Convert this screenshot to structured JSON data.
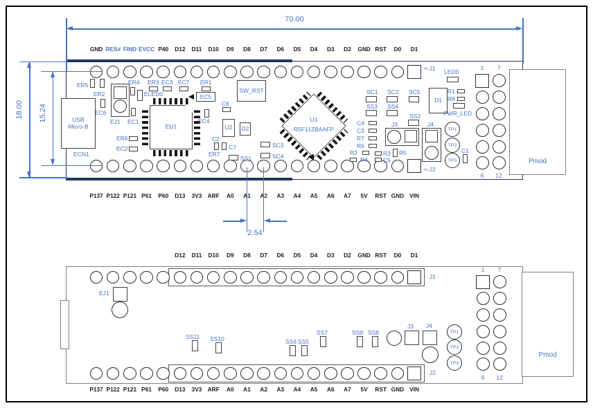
{
  "colors": {
    "accent": "#4472C4",
    "board_outline_top": "#24355F",
    "board_outline_bottom": "#7F7F7F",
    "component_outline": "#3F3F3F"
  },
  "dims": {
    "board_width": "70.00",
    "board_height": "18.00",
    "pin_rows_span": "15.24",
    "pin_pitch": "2.54"
  },
  "tv": {
    "top_pins": [
      {
        "label": "GND"
      },
      {
        "label": "RES#",
        "cls": "blue"
      },
      {
        "label": "FIND",
        "cls": "blue"
      },
      {
        "label": "EVCC",
        "cls": "blue"
      },
      {
        "label": "P40"
      },
      {
        "label": "D12"
      },
      {
        "label": "D11"
      },
      {
        "label": "D10"
      },
      {
        "label": "D9"
      },
      {
        "label": "D8"
      },
      {
        "label": "D7"
      },
      {
        "label": "D6"
      },
      {
        "label": "D5"
      },
      {
        "label": "D4"
      },
      {
        "label": "D3"
      },
      {
        "label": "D2"
      },
      {
        "label": "GND"
      },
      {
        "label": "RST"
      },
      {
        "label": "D0"
      },
      {
        "label": "D1",
        "sq": true
      }
    ],
    "bottom_pins": [
      {
        "label": "P137"
      },
      {
        "label": "P122"
      },
      {
        "label": "P121"
      },
      {
        "label": "P61"
      },
      {
        "label": "P60"
      },
      {
        "label": "D13"
      },
      {
        "label": "3V3"
      },
      {
        "label": "ARF"
      },
      {
        "label": "A0"
      },
      {
        "label": "A1"
      },
      {
        "label": "A2"
      },
      {
        "label": "A3"
      },
      {
        "label": "A4"
      },
      {
        "label": "A5"
      },
      {
        "label": "A6"
      },
      {
        "label": "A7"
      },
      {
        "label": "5V"
      },
      {
        "label": "RST"
      },
      {
        "label": "GND"
      },
      {
        "label": "VIN",
        "sq": true
      }
    ],
    "l": {
      "er5": "ER5",
      "er2": "ER2",
      "ec6": "EC6",
      "usb1": "USB",
      "usb2": "Micro-B",
      "ecn1": "ECN1",
      "ej1": "EJ1",
      "ec1": "EC1",
      "er4": "ER4",
      "eled0": "ELED0",
      "er3": "ER3",
      "ec3": "EC3",
      "ec7": "EC7",
      "er1": "ER1",
      "ec5": "EC5",
      "eu1": "EU1",
      "ec4": "EC4",
      "er6": "ER6",
      "ec2": "EC2",
      "c2": "C2",
      "c7": "C7",
      "er7": "ER7",
      "ss1": "SS1",
      "sc3": "SC3",
      "sc4": "SC4",
      "sw_rst": "SW_RST",
      "c6": "C6",
      "u2": "U2",
      "d2": "D2",
      "u1": "U1",
      "u1_part": "R5F11ZBAAFP",
      "sc1": "SC1",
      "sc2": "SC2",
      "sc5": "SC5",
      "ss3": "SS3",
      "ss4": "SS4",
      "ss2": "SS2",
      "c4": "C4",
      "c3": "C3",
      "r7": "R7",
      "r6": "R6",
      "j3": "J3",
      "j4": "J4",
      "r2": "R2",
      "r4": "R4",
      "r3": "R3",
      "c5": "C5",
      "r5": "R5",
      "d1": "D1",
      "r1": "R1",
      "r8": "R8",
      "pwr_led": "PWR_LED",
      "led0": "LED0",
      "j1_arrow": "<-J1",
      "j2_arrow": "<-J2",
      "tp1": "TP1",
      "tp2": "TP2",
      "tp3": "TP3",
      "c1": "C1"
    },
    "pmod": {
      "label": "Pmod",
      "tl": "1",
      "tr": "7",
      "bl": "6",
      "br": "12"
    }
  },
  "bv": {
    "top_pins": [
      {},
      {},
      {},
      {},
      {},
      {
        "label": "D12"
      },
      {
        "label": "D11"
      },
      {
        "label": "D10"
      },
      {
        "label": "D9"
      },
      {
        "label": "D8"
      },
      {
        "label": "D7"
      },
      {
        "label": "D6"
      },
      {
        "label": "D5"
      },
      {
        "label": "D4"
      },
      {
        "label": "D3"
      },
      {
        "label": "D2"
      },
      {
        "label": "GND"
      },
      {
        "label": "RST"
      },
      {
        "label": "D0"
      },
      {
        "label": "D1",
        "sq": true
      }
    ],
    "bottom_pins": [
      {
        "label": "P137"
      },
      {
        "label": "P122"
      },
      {
        "label": "P121"
      },
      {
        "label": "P61"
      },
      {
        "label": "P60"
      },
      {
        "label": "D13"
      },
      {
        "label": "3V3"
      },
      {
        "label": "ARF"
      },
      {
        "label": "A0"
      },
      {
        "label": "A1"
      },
      {
        "label": "A2"
      },
      {
        "label": "A3"
      },
      {
        "label": "A4"
      },
      {
        "label": "A5"
      },
      {
        "label": "A6"
      },
      {
        "label": "A7"
      },
      {
        "label": "5V"
      },
      {
        "label": "RST"
      },
      {
        "label": "GND"
      },
      {
        "label": "VIN",
        "sq": true
      }
    ],
    "l": {
      "ej1": "EJ1",
      "ss11": "SS11",
      "ss10": "SS10",
      "ss6": "SS6",
      "ss5": "SS5",
      "ss7": "SS7",
      "ss9": "SS9",
      "ss8": "SS8",
      "j3": "J3",
      "j4": "J4",
      "j1": "J1",
      "j2": "J2",
      "tp1": "TP1",
      "tp2": "TP2",
      "tp3": "TP3"
    },
    "pmod": {
      "label": "Pmod",
      "tl": "1",
      "tr": "7",
      "bl": "6",
      "br": "12"
    }
  }
}
